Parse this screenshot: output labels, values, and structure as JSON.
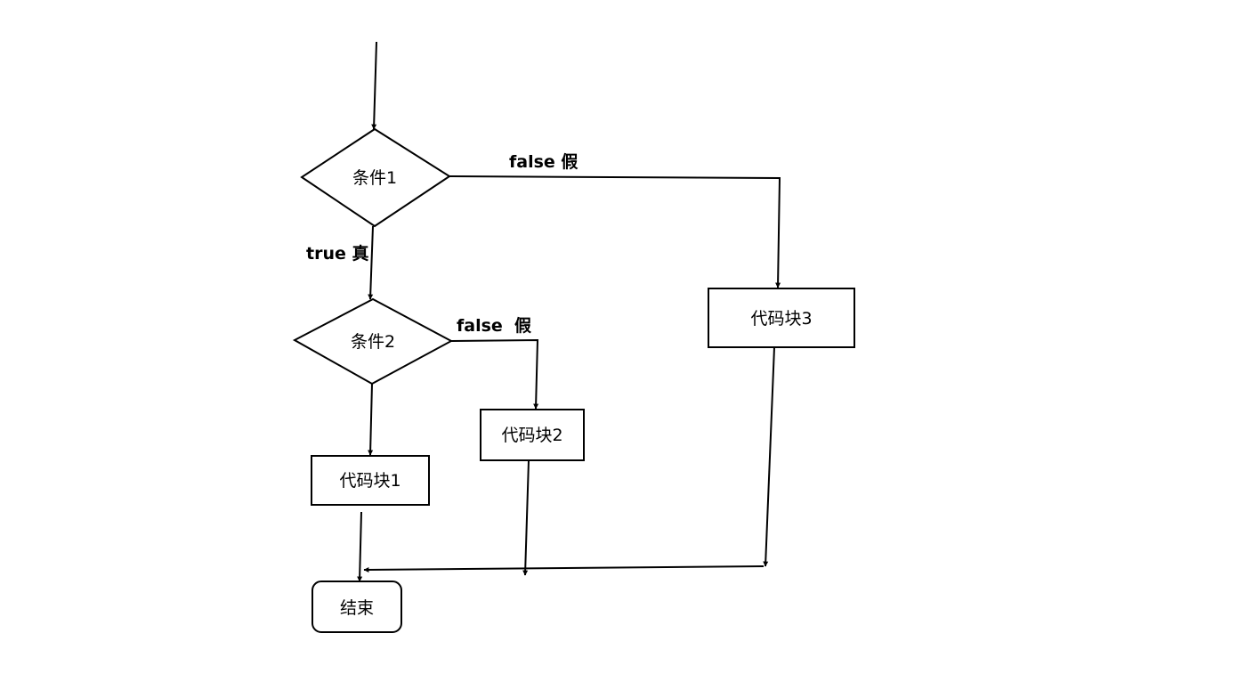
{
  "nodes": {
    "condition1": {
      "label": "条件1"
    },
    "condition2": {
      "label": "条件2"
    },
    "code_block1": {
      "label": "代码块1"
    },
    "code_block2": {
      "label": "代码块2"
    },
    "code_block3": {
      "label": "代码块3"
    },
    "end": {
      "label": "结束"
    }
  },
  "edges": {
    "condition1_true": {
      "label": "true 真"
    },
    "condition1_false": {
      "label": "false 假"
    },
    "condition2_false": {
      "label": "false  假"
    }
  }
}
